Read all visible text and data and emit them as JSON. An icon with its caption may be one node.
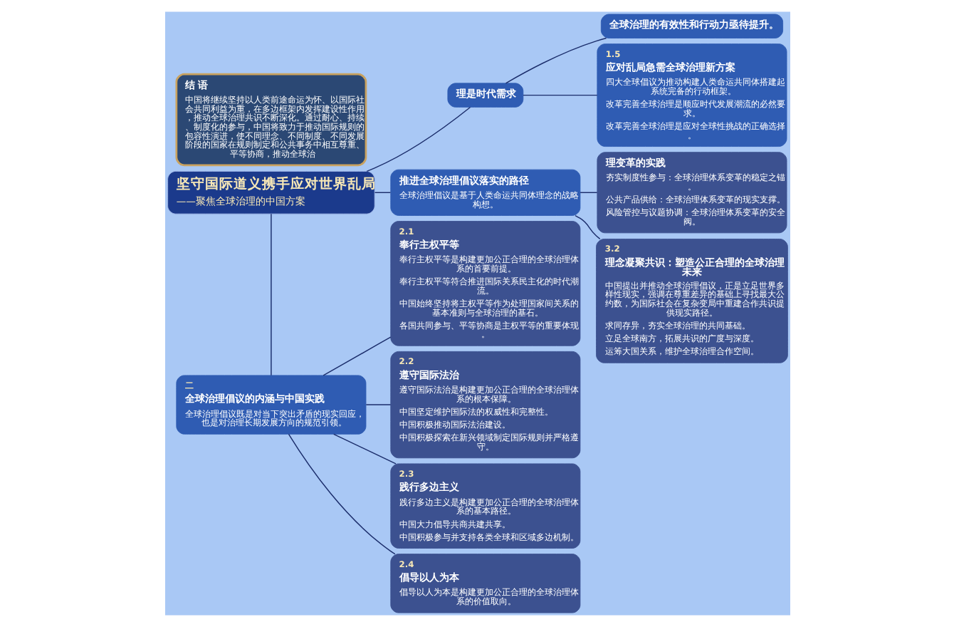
{
  "diagram": {
    "nodes": [
      {
        "text": [
          "坚守国际道义携手应对世界乱局",
          "——聚焦全球治理的中国方案"
        ]
      },
      {
        "text": [
          "理是时代需求"
        ]
      },
      {
        "text": [
          "全球治理的有效性和行动力亟待提升。"
        ]
      },
      {
        "text": [
          "1.5",
          "应对乱局急需全球治理新方案",
          "四大全球倡议为推动构建人类命运共同体搭建起系统完备的行动框架。",
          "改革完善全球治理是顺应时代发展潮流的必然要求。",
          "改革完善全球治理是应对全球性挑战的正确选择。"
        ]
      },
      {
        "text": [
          "二",
          "全球治理倡议的内涵与中国实践",
          "全球治理倡议既是对当下突出矛盾的现实回应，也是对治理长期发展方向的规范引领。"
        ]
      },
      {
        "text": [
          "2.1",
          "奉行主权平等",
          "奉行主权平等是构建更加公正合理的全球治理体系的首要前提。",
          "奉行主权平等符合推进国际关系民主化的时代潮流。",
          "中国始终坚持将主权平等作为处理国家间关系的基本准则与全球治理的基石。",
          "各国共同参与、平等协商是主权平等的重要体现。"
        ]
      },
      {
        "text": [
          "2.2",
          "遵守国际法治",
          "遵守国际法治是构建更加公正合理的全球治理体系的根本保障。",
          "中国坚定维护国际法的权威性和完整性。",
          "中国积极推动国际法治建设。",
          "中国积极探索在新兴领域制定国际规则并严格遵守。"
        ]
      },
      {
        "text": [
          "2.3",
          "践行多边主义",
          "践行多边主义是构建更加公正合理的全球治理体系的基本路径。",
          "中国大力倡导共商共建共享。",
          "中国积极参与并支持各类全球和区域多边机制。"
        ]
      },
      {
        "text": [
          "2.4",
          "倡导以人为本",
          "倡导以人为本是构建更加公正合理的全球治理体系的价值取向。"
        ]
      },
      {
        "text": [
          "推进全球治理倡议落实的路径",
          "全球治理倡议是基于人类命运共同体理念的战略构想。"
        ]
      },
      {
        "text": [
          "理变革的实践",
          "夯实制度性参与：全球治理体系变革的稳定之锚。",
          "公共产品供给：全球治理体系变革的现实支撑。",
          "风险管控与议题协调：全球治理体系变革的安全阀。"
        ]
      },
      {
        "text": [
          "3.2",
          "理念凝聚共识：塑造公正合理的全球治理未来",
          "中国提出并推动全球治理倡议，正是立足世界多样性现实，强调在尊重差异的基础上寻找最大公约数，为国际社会在复杂变局中重建合作共识提供现实路径。",
          "求同存异，夯实全球治理的共同基础。",
          "立足全球南方，拓展共识的广度与深度。",
          "运筹大国关系，维护全球治理合作空间。"
        ]
      },
      {
        "text": [
          "结 语",
          "中国将继续坚持以人类前途命运为怀、以国际社会共同利益为重，在多边框架内发挥建设性作用，推动全球治理共识不断深化。通过耐心、持续、制度化的参与，中国将致力于推动国际规则的包容性演进，使不同理念、不同制度、不同发展阶段的国家在规则制定和公共事务中相互尊重、平等协商，推动全球治"
        ]
      }
    ],
    "edges": [
      {
        "from": 0,
        "to": 1,
        "arrow": "none"
      },
      {
        "from": 1,
        "to": 2,
        "arrow": "none"
      },
      {
        "from": 1,
        "to": 3,
        "arrow": "none"
      },
      {
        "from": 0,
        "to": 4,
        "arrow": "none"
      },
      {
        "from": 4,
        "to": 5,
        "arrow": "none"
      },
      {
        "from": 4,
        "to": 6,
        "arrow": "none"
      },
      {
        "from": 4,
        "to": 7,
        "arrow": "none"
      },
      {
        "from": 4,
        "to": 8,
        "arrow": "none"
      },
      {
        "from": 0,
        "to": 9,
        "arrow": "none"
      },
      {
        "from": 9,
        "to": 10,
        "arrow": "none"
      },
      {
        "from": 9,
        "to": 11,
        "arrow": "none"
      }
    ]
  }
}
